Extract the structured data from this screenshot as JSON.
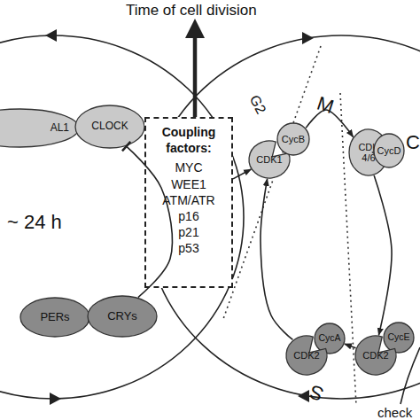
{
  "diagram": {
    "nodes": [
      {
        "text": [
          "AL1"
        ]
      },
      {
        "text": [
          "CLOCK"
        ]
      },
      {
        "text": [
          "Coupling factors:",
          "MYC WEE1 ATM/ATR p16 p21 p53"
        ]
      },
      {
        "text": [
          "CDK1"
        ]
      },
      {
        "text": [
          "CycB"
        ]
      },
      {
        "text": [
          "CDK 4/6"
        ]
      },
      {
        "text": [
          "CycD"
        ]
      },
      {
        "text": [
          "PERs"
        ]
      },
      {
        "text": [
          "CRYs"
        ]
      },
      {
        "text": [
          "CycA"
        ]
      },
      {
        "text": [
          "CDK2"
        ]
      },
      {
        "text": [
          "CycE"
        ]
      },
      {
        "text": [
          "CDK2"
        ]
      }
    ],
    "edges": [
      {
        "from": 8,
        "to": 1,
        "arrow": "to"
      },
      {
        "from": 2,
        "to": 3,
        "arrow": "to"
      },
      {
        "from": 4,
        "to": 5,
        "arrow": "to"
      },
      {
        "from": 5,
        "to": 12,
        "arrow": "to"
      },
      {
        "from": 12,
        "to": 9,
        "arrow": "to"
      },
      {
        "from": 10,
        "to": 3,
        "arrow": "to"
      }
    ],
    "labels": [
      "Time of cell division",
      "~ 24 h",
      "G2",
      "M",
      "S",
      "C",
      "check"
    ]
  }
}
